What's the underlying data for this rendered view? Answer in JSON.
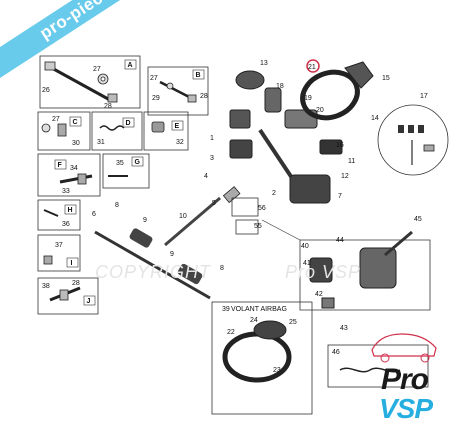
{
  "banner": {
    "text": "pro-pieces-vsp.com"
  },
  "watermark": {
    "text": "COPYRIGHT",
    "text2": "Pro VSP"
  },
  "logo": {
    "line1": "Pro",
    "line2": "VSP"
  },
  "detail_boxes": [
    {
      "letter": "A",
      "parts": [
        "26",
        "27",
        "28"
      ]
    },
    {
      "letter": "B",
      "parts": [
        "27",
        "29",
        "28"
      ]
    },
    {
      "letter": "C",
      "parts": [
        "27",
        "30"
      ]
    },
    {
      "letter": "D",
      "parts": [
        "31"
      ]
    },
    {
      "letter": "E",
      "parts": [
        "32"
      ]
    },
    {
      "letter": "F",
      "parts": [
        "34",
        "33"
      ]
    },
    {
      "letter": "G",
      "parts": [
        "35"
      ]
    },
    {
      "letter": "H",
      "parts": [
        "36"
      ]
    },
    {
      "letter": "I",
      "parts": [
        "37"
      ]
    },
    {
      "letter": "J",
      "parts": [
        "38",
        "28"
      ]
    }
  ],
  "airbag_box": {
    "title": "VOLANT AIRBAG",
    "number": "39",
    "parts": [
      "22",
      "24",
      "25",
      "23"
    ]
  },
  "column_box": {
    "number": "40",
    "parts": [
      "41",
      "44",
      "45",
      "42",
      "43"
    ]
  },
  "harness_box": {
    "number": "46"
  },
  "switch_box": {
    "number": "17"
  },
  "callouts": {
    "n1": "1",
    "n2": "2",
    "n3": "3",
    "n4": "4",
    "n5": "5",
    "n6": "6",
    "n7": "7",
    "n8": "8",
    "n8b": "8",
    "n9": "9",
    "n9b": "9",
    "n10": "10",
    "n11": "11",
    "n12": "12",
    "n13": "13",
    "n14": "14",
    "n15": "15",
    "n16": "16",
    "n17": "17",
    "n18": "18",
    "n19": "19",
    "n20": "20",
    "n21": "21",
    "n55": "55",
    "n56": "56"
  },
  "letters": {
    "A": "A",
    "B": "B",
    "C": "C",
    "D": "D",
    "E": "E",
    "F": "F",
    "G": "G",
    "H": "H",
    "I": "I",
    "J": "J"
  }
}
